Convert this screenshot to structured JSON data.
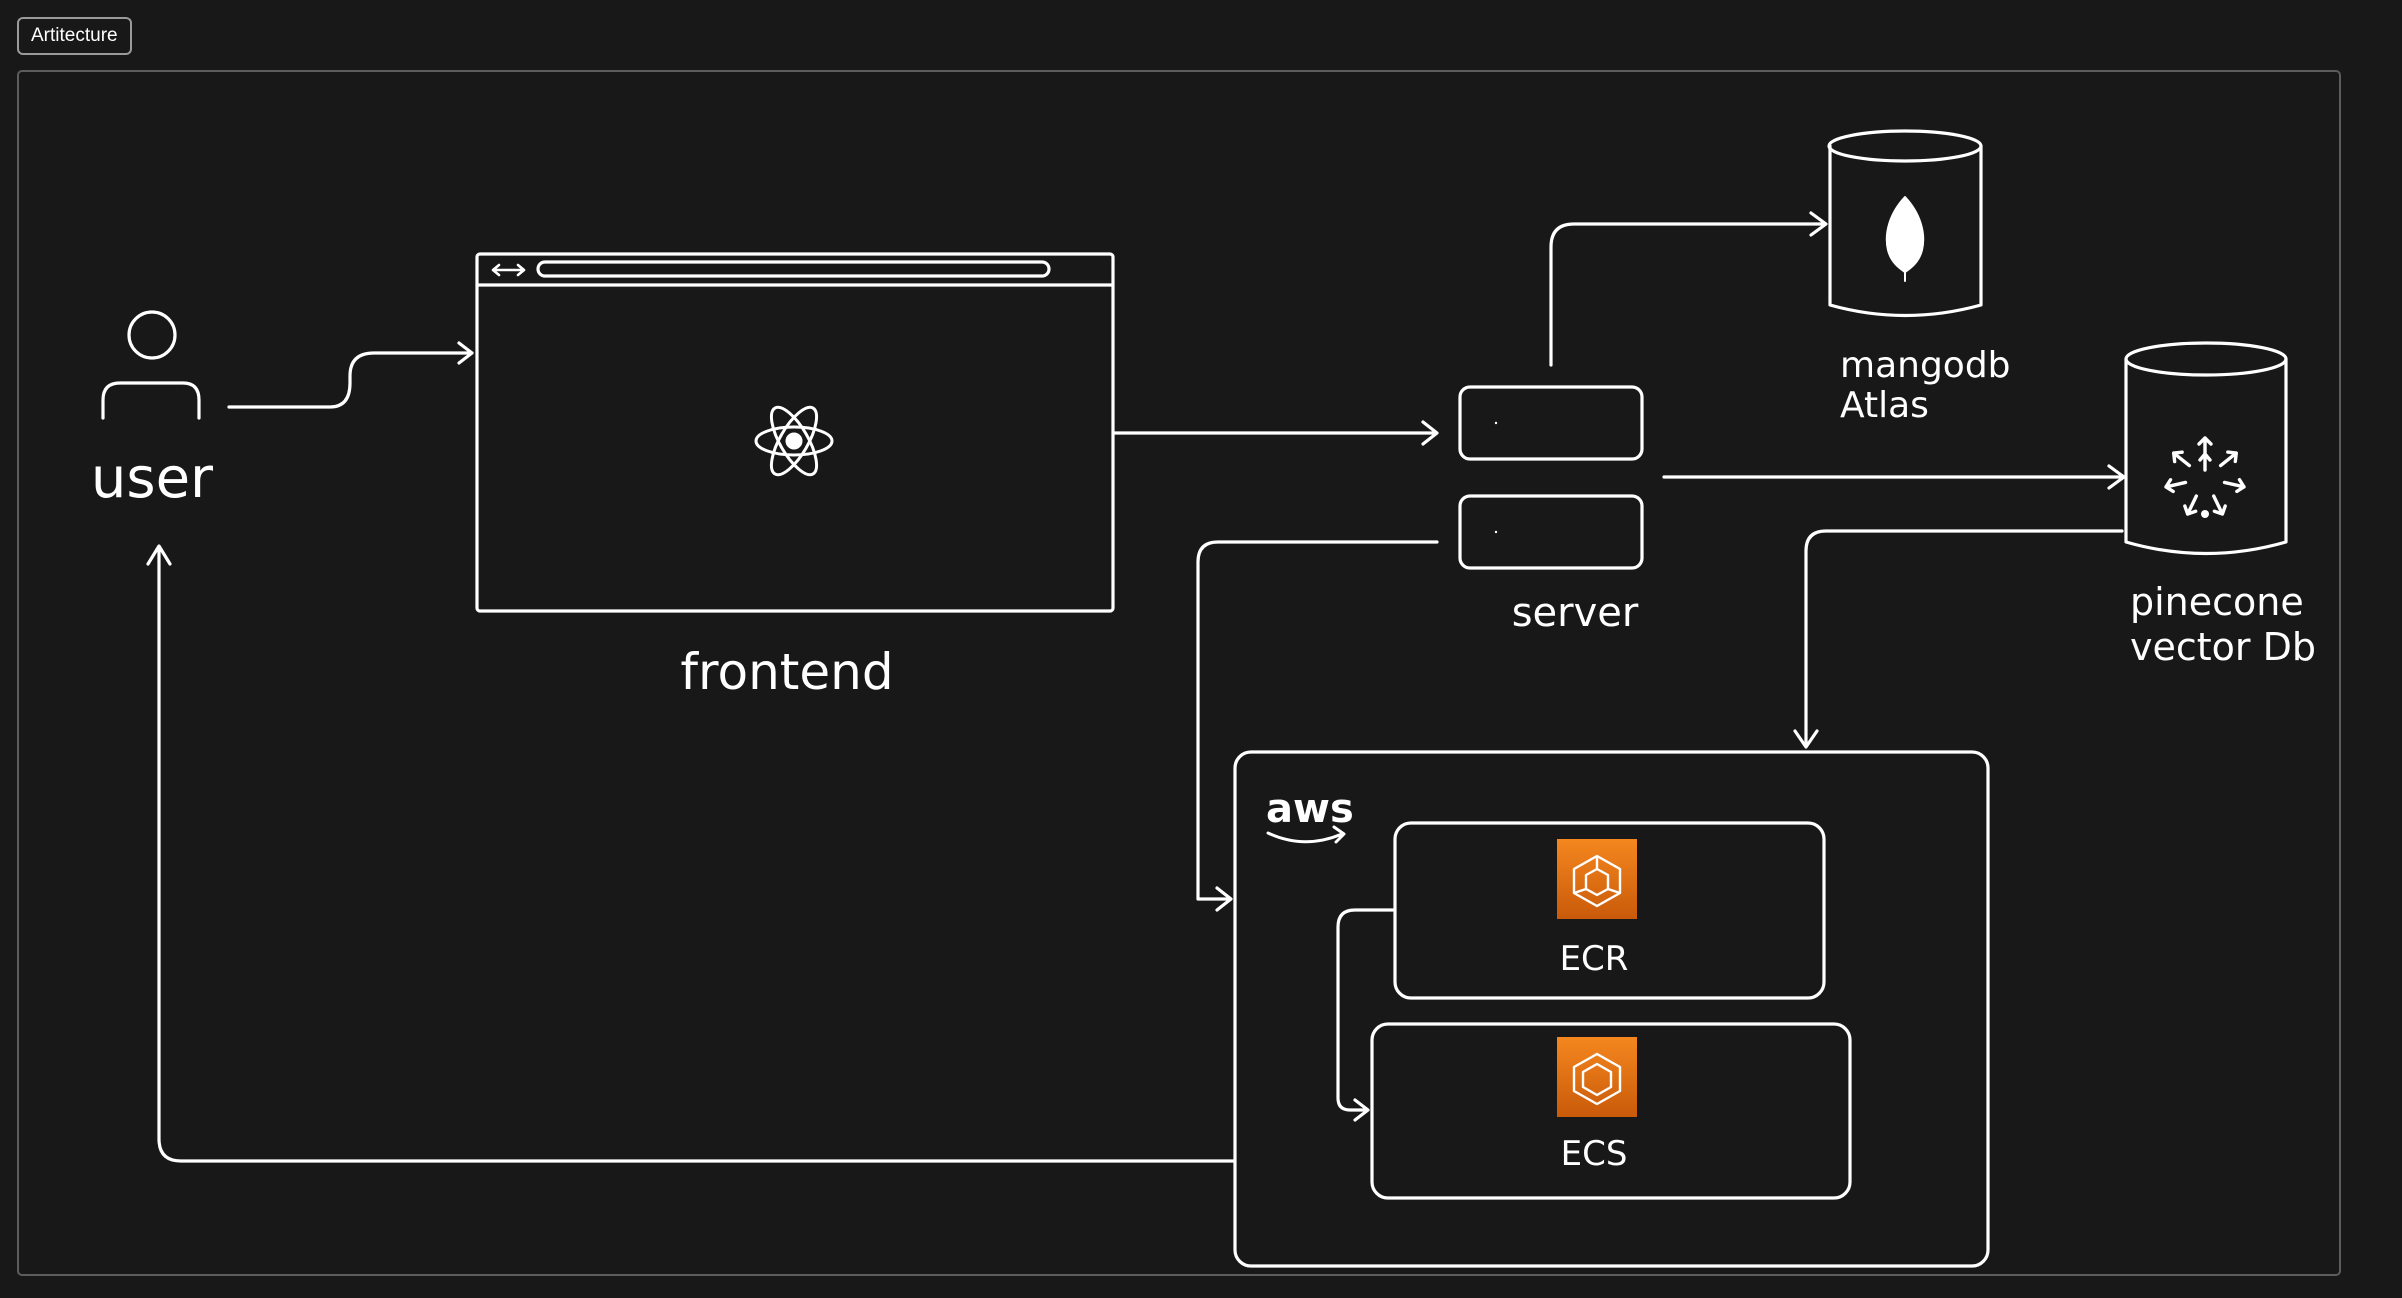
{
  "frame": {
    "title": "Artitecture"
  },
  "nodes": {
    "user": "user",
    "frontend": "frontend",
    "server": "server",
    "mongo": {
      "line1": "mangodb",
      "line2": "Atlas"
    },
    "pinecone": {
      "line1": "pinecone",
      "line2": "vector Db"
    },
    "aws": "aws",
    "ecr": "ECR",
    "ecs": "ECS"
  },
  "colors": {
    "background": "#181818",
    "stroke": "#ffffff",
    "frame_border": "#5c5c5c",
    "aws_orange_top": "#f5871f",
    "aws_orange_bottom": "#c95a0a"
  },
  "icons": [
    "user-icon",
    "react-icon",
    "mongodb-leaf-icon",
    "pinecone-icon",
    "aws-logo-icon",
    "ecr-icon",
    "ecs-icon"
  ]
}
